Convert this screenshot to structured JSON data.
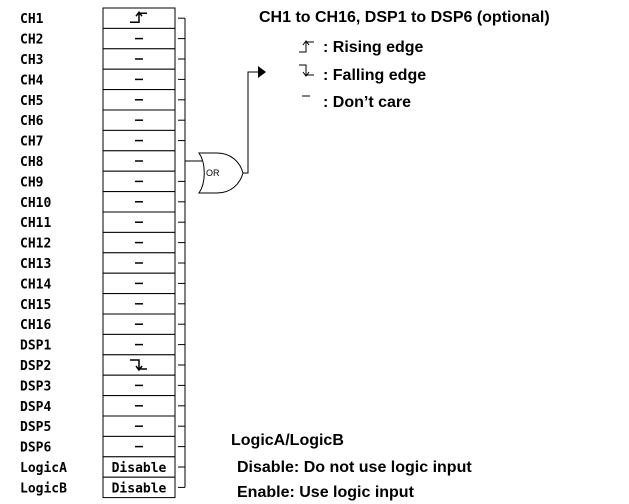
{
  "channels": [
    {
      "name": "CH1",
      "state": "rising"
    },
    {
      "name": "CH2",
      "state": "dontcare"
    },
    {
      "name": "CH3",
      "state": "dontcare"
    },
    {
      "name": "CH4",
      "state": "dontcare"
    },
    {
      "name": "CH5",
      "state": "dontcare"
    },
    {
      "name": "CH6",
      "state": "dontcare"
    },
    {
      "name": "CH7",
      "state": "dontcare"
    },
    {
      "name": "CH8",
      "state": "dontcare"
    },
    {
      "name": "CH9",
      "state": "dontcare"
    },
    {
      "name": "CH10",
      "state": "dontcare"
    },
    {
      "name": "CH11",
      "state": "dontcare"
    },
    {
      "name": "CH12",
      "state": "dontcare"
    },
    {
      "name": "CH13",
      "state": "dontcare"
    },
    {
      "name": "CH14",
      "state": "dontcare"
    },
    {
      "name": "CH15",
      "state": "dontcare"
    },
    {
      "name": "CH16",
      "state": "dontcare"
    },
    {
      "name": "DSP1",
      "state": "dontcare"
    },
    {
      "name": "DSP2",
      "state": "falling"
    },
    {
      "name": "DSP3",
      "state": "dontcare"
    },
    {
      "name": "DSP4",
      "state": "dontcare"
    },
    {
      "name": "DSP5",
      "state": "dontcare"
    },
    {
      "name": "DSP6",
      "state": "dontcare"
    },
    {
      "name": "LogicA",
      "state": "text",
      "value": "Disable"
    },
    {
      "name": "LogicB",
      "state": "text",
      "value": "Disable"
    }
  ],
  "gate_label": "OR",
  "legend": {
    "title": "CH1 to CH16, DSP1 to DSP6 (optional)",
    "rising": ": Rising edge",
    "falling": ": Falling edge",
    "dontcare": ": Don’t care"
  },
  "logic_note": {
    "title": "LogicA/LogicB",
    "disable": "Disable: Do not use logic input",
    "enable": "Enable: Use logic input"
  },
  "symbols": {
    "dontcare": "–"
  }
}
